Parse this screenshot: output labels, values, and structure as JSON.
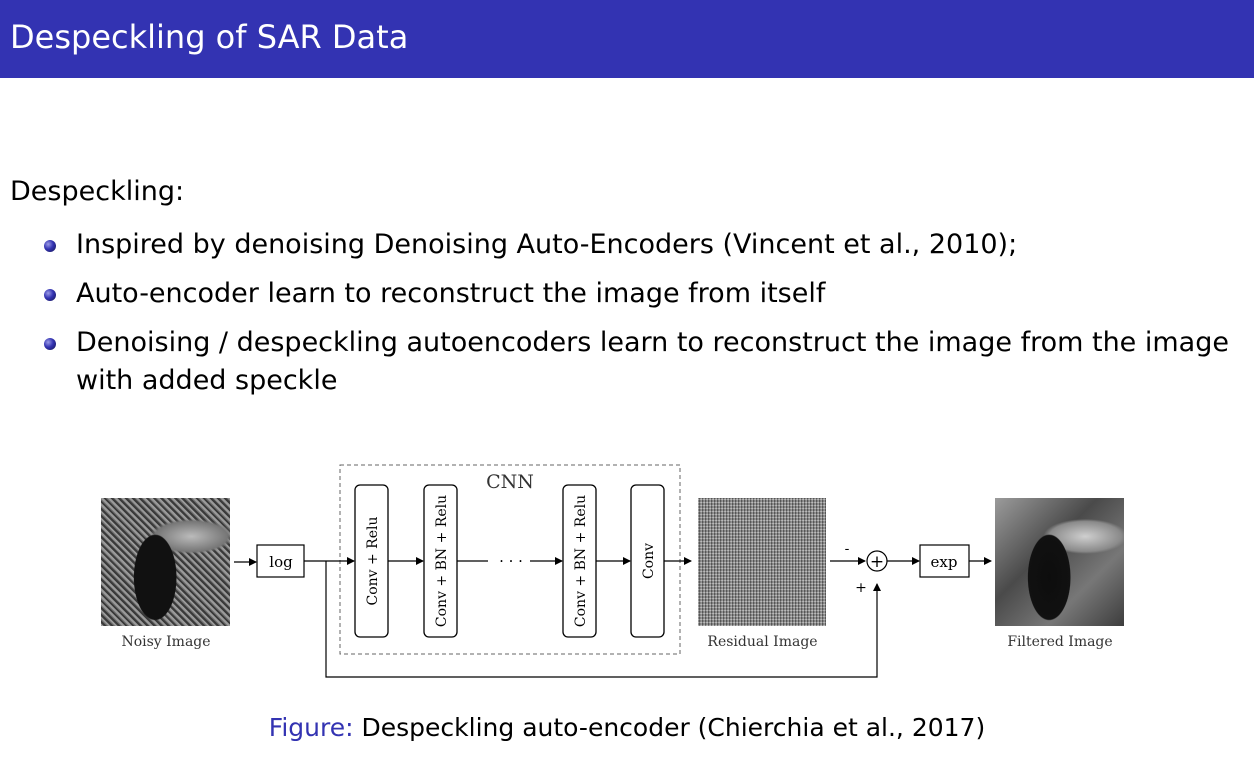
{
  "header": {
    "title": "Despeckling of SAR Data"
  },
  "intro": "Despeckling:",
  "bullets": [
    {
      "line1": "Inspired by denoising Denoising Auto-Encoders (Vincent et al., 2010);",
      "line2": ""
    },
    {
      "line1": "Auto-encoder learn to reconstruct the image from itself",
      "line2": ""
    },
    {
      "line1": "Denoising / despeckling autoencoders learn to reconstruct the image from the image",
      "line2": "with added speckle"
    }
  ],
  "diagram": {
    "cnn_label": "CNN",
    "log_label": "log",
    "exp_label": "exp",
    "layers": [
      "Conv + Relu",
      "Conv + BN + Relu",
      "Conv + BN + Relu",
      "Conv"
    ],
    "ellipsis": "· · ·",
    "minus_sign": "-",
    "plus_sign": "+",
    "sum_symbol": "+",
    "noisy_caption": "Noisy Image",
    "residual_caption": "Residual Image",
    "filtered_caption": "Filtered Image"
  },
  "figure_caption": {
    "label": "Figure:",
    "text": " Despeckling auto-encoder (Chierchia et al., 2017)"
  },
  "colors": {
    "accent": "#3333b2",
    "header_text": "#ffffff"
  }
}
